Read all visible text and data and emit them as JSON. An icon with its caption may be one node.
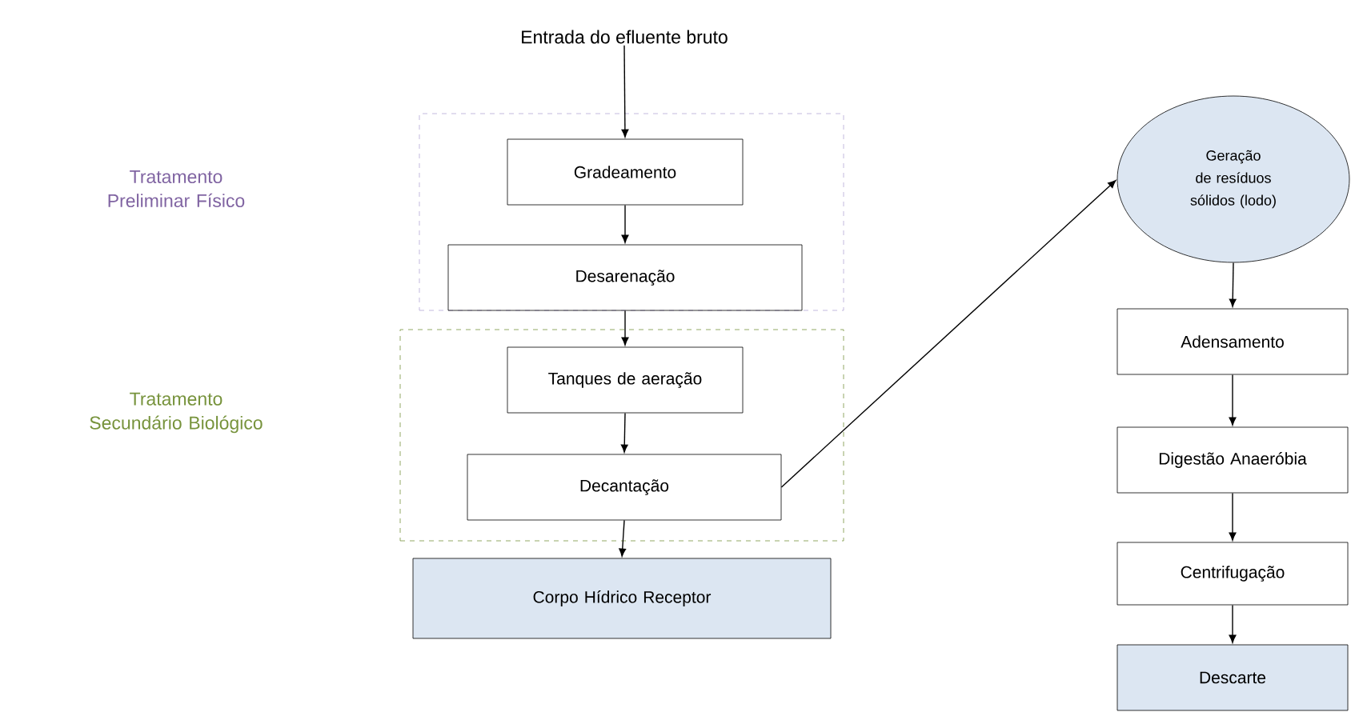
{
  "diagram": {
    "nodes": [
      {
        "text": [
          "Entrada do efluente bruto"
        ]
      },
      {
        "text": [],
        "shape": "box"
      },
      {
        "text": [
          "Gradeamento"
        ],
        "in": 1
      },
      {
        "text": [
          "Desarenação"
        ],
        "in": 1
      },
      {
        "text": [],
        "shape": "box"
      },
      {
        "text": [
          "Tanques de aeração"
        ],
        "in": 4
      },
      {
        "text": [
          "Decantação"
        ],
        "in": 4
      },
      {
        "text": [
          "Corpo Hídrico Receptor"
        ]
      },
      {
        "text": [
          "Geração de resíduos sólidos (lodo)"
        ]
      },
      {
        "text": [
          "Adensamento"
        ]
      },
      {
        "text": [
          "Digestão Anaeróbia"
        ]
      },
      {
        "text": [
          "Centrifugação"
        ]
      },
      {
        "text": [
          "Descarte"
        ]
      }
    ],
    "edges": [
      {
        "from": 0,
        "to": 2,
        "arrow": "to"
      },
      {
        "from": 2,
        "to": 3,
        "arrow": "to"
      },
      {
        "from": 3,
        "to": 5,
        "arrow": "to"
      },
      {
        "from": 5,
        "to": 6,
        "arrow": "to"
      },
      {
        "from": 6,
        "to": 7,
        "arrow": "to"
      },
      {
        "from": 6,
        "to": 8,
        "arrow": "to"
      },
      {
        "from": 8,
        "to": 9,
        "arrow": "to"
      },
      {
        "from": 9,
        "to": 10,
        "arrow": "to"
      },
      {
        "from": 10,
        "to": 11,
        "arrow": "to"
      },
      {
        "from": 11,
        "to": 12,
        "arrow": "to"
      }
    ],
    "labels": [
      "Tratamento Preliminar Físico",
      "Tratamento Secundário Biológico"
    ]
  }
}
